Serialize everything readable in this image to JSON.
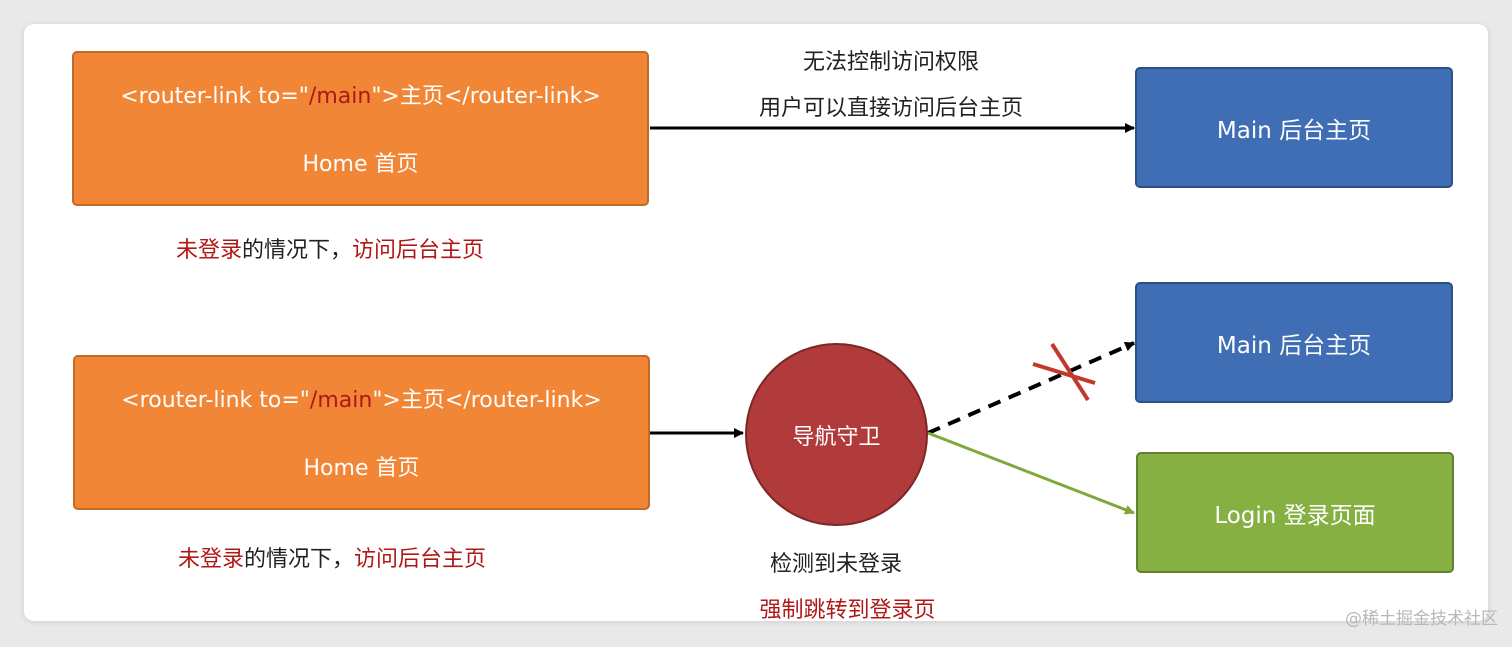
{
  "top_row": {
    "home_box": {
      "code_prefix": "<router-link to=\"",
      "code_path": "/main",
      "code_suffix": "\">主页</router-link>",
      "title": "Home 首页"
    },
    "arrow_label_line1": "无法控制访问权限",
    "arrow_label_line2": "用户可以直接访问后台主页",
    "target_box": "Main 后台主页",
    "caption": {
      "part1": "未登录",
      "part2": "的情况下，",
      "part3": "访问后台主页"
    }
  },
  "bottom_row": {
    "home_box": {
      "code_prefix": "<router-link to=\"",
      "code_path": "/main",
      "code_suffix": "\">主页</router-link>",
      "title": "Home 首页"
    },
    "guard_node": "导航守卫",
    "guard_label_line1": "检测到未登录",
    "guard_label_line2": "强制跳转到登录页",
    "main_box": "Main 后台主页",
    "login_box": "Login 登录页面",
    "caption": {
      "part1": "未登录",
      "part2": "的情况下，",
      "part3": "访问后台主页"
    }
  },
  "watermark": "@稀土掘金技术社区",
  "colors": {
    "home_box": "#f08636",
    "main_box": "#3f6eb5",
    "login_box": "#86b042",
    "guard_node": "#b13a3a",
    "highlight_text": "#b01818",
    "blocked_mark": "#c0392b",
    "success_arrow": "#7ea83c"
  }
}
